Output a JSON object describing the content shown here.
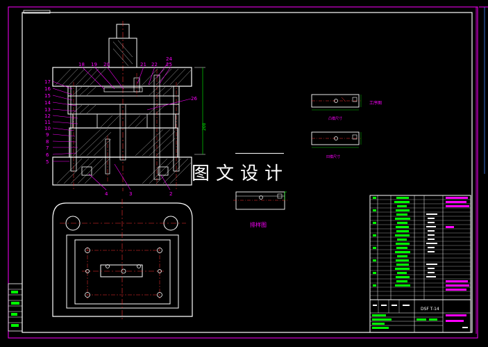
{
  "drawing": {
    "watermark": "图文设计",
    "callouts_left": [
      "17",
      "16",
      "15",
      "14",
      "13",
      "12",
      "11",
      "10",
      "9",
      "8",
      "7",
      "6",
      "5"
    ],
    "callouts_top": [
      "18",
      "19",
      "20",
      "21",
      "22",
      "24",
      "25"
    ],
    "callout_right": "26",
    "callouts_bottom": [
      "4",
      "3",
      "2"
    ],
    "overall_height_dim": "200",
    "view_labels": {
      "workpiece": "工序图",
      "punch_dim": "凸模尺寸",
      "die_dim": "凹模尺寸",
      "strip_layout": "排样图"
    },
    "title_block": {
      "drawing_no": "DSF T-14"
    }
  }
}
